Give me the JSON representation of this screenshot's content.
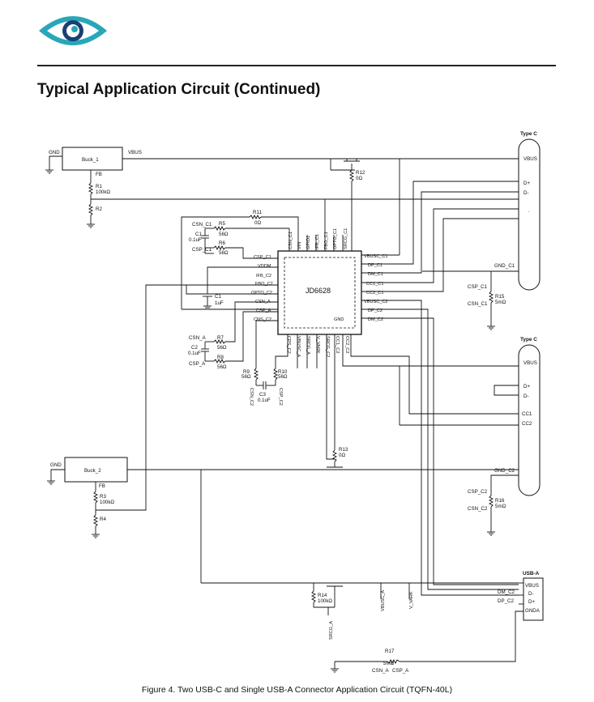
{
  "header": {
    "title": "Typical Application Circuit (Continued)",
    "logo_icon": "eye-logo-icon",
    "colors": {
      "logo_teal": "#27a7b8",
      "logo_navy": "#1c3f73",
      "line": "#111111"
    }
  },
  "ic": {
    "name": "JD6628",
    "pins_top": [
      "CSN_C1",
      "VIN",
      "GPIO1",
      "IFB_C1",
      "FBO_C1",
      "OPTO_C1",
      "SRCG_C1"
    ],
    "pins_left": [
      "CSP_C1",
      "VDDM",
      "IFB_C2",
      "FBO_C2",
      "OPTO_C2",
      "CSN_A",
      "CSP_A",
      "CNS_C2"
    ],
    "pins_right": [
      "VBUSC_C1",
      "DP_C1",
      "DM_C1",
      "CC1_C1",
      "CC2_C1",
      "VBUSC_C2",
      "DP_C2",
      "DM_C2"
    ],
    "pin_gnd": "GND",
    "pins_bottom": [
      "CPS_C2",
      "VBUSC_A",
      "SRCG_A",
      "V_VARK",
      "SRCG_C2",
      "CC1_C2",
      "CC2_C2"
    ]
  },
  "buck1": {
    "name": "Buck_1",
    "gnd": "GND",
    "vbus": "VBUS",
    "fb": "FB"
  },
  "buck2": {
    "name": "Buck_2",
    "gnd": "GND",
    "fb": "FB"
  },
  "components": {
    "r1": [
      "R1",
      "100kΩ"
    ],
    "r2": "R2",
    "r3": [
      "R3",
      "100kΩ"
    ],
    "r4": "R4",
    "r5": [
      "R5",
      "56Ω"
    ],
    "r6": [
      "R6",
      "56Ω"
    ],
    "r7": [
      "R7",
      "56Ω"
    ],
    "r8": [
      "R8",
      "56Ω"
    ],
    "r9": [
      "R9",
      "56Ω"
    ],
    "r10": [
      "R10",
      "56Ω"
    ],
    "r11": [
      "R11",
      "0Ω"
    ],
    "r12": [
      "R12",
      "0Ω"
    ],
    "r13": [
      "R13",
      "0Ω"
    ],
    "r14": [
      "R14",
      "100kΩ"
    ],
    "r15": [
      "R15",
      "5mΩ"
    ],
    "r16": [
      "R16",
      "5mΩ"
    ],
    "r17": [
      "R17",
      "5mΩ"
    ],
    "c1": [
      "C1",
      "0.1uF"
    ],
    "c2": [
      "C2",
      "0.1uF"
    ],
    "c3": [
      "C3",
      "0.1uF"
    ],
    "c_vddm": [
      "C1",
      "1uF"
    ]
  },
  "nets": {
    "csn_c1": "CSN_C1",
    "csp_c1": "CSP_C1",
    "csn_a": "CSN_A",
    "csp_a": "CSP_A",
    "csn_c2": "CSN_C2",
    "csp_c2": "CSP_C2",
    "gnd_c1": "GND_C1",
    "gnd_c2": "GND_C2",
    "dm_c2": "DM_C2",
    "dp_c2": "DP_C2",
    "vbusc_a": "VBUSC_A",
    "v_vark": "V_VARK",
    "srcg_a": "SRCG_A"
  },
  "typec1": {
    "title": "Type C",
    "pins": [
      "VBUS",
      "D+",
      "D-",
      "."
    ]
  },
  "typec2": {
    "title": "Type C",
    "pins": [
      "VBUS",
      "D+",
      "D-",
      "CC1",
      "CC2"
    ]
  },
  "usba": {
    "title": "USB-A",
    "pins": [
      "VBUS",
      "D-",
      "D+",
      "GNDA"
    ]
  },
  "caption": "Figure 4. Two USB-C and Single USB-A Connector Application Circuit (TQFN-40L)"
}
